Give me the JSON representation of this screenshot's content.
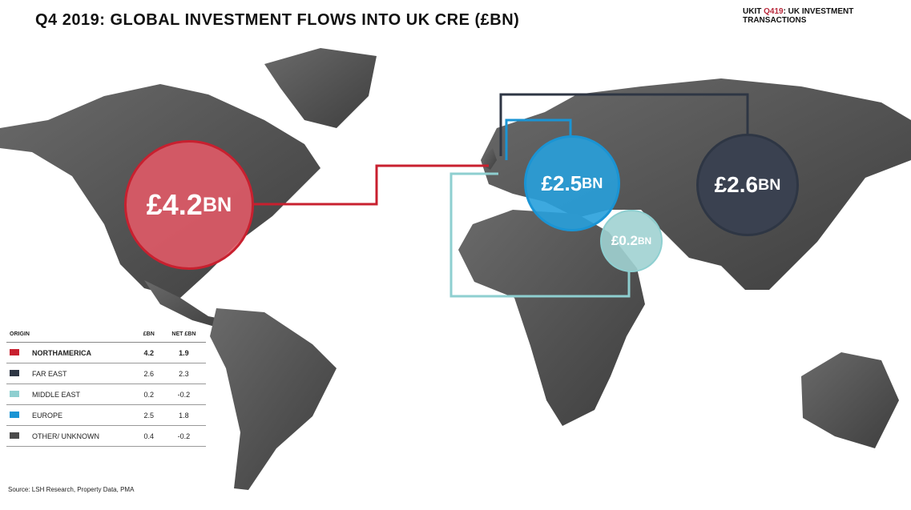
{
  "title": "Q4 2019: GLOBAL INVESTMENT FLOWS INTO UK CRE (£BN)",
  "subtitle": {
    "prefix": "UKIT ",
    "highlight": "Q419",
    "suffix": ": UK INVESTMENT TRANSACTIONS"
  },
  "bubbles": {
    "north_america": {
      "amount": "£4.2",
      "unit": "BN",
      "color": "#c8202f"
    },
    "europe": {
      "amount": "£2.5",
      "unit": "BN",
      "color": "#1a94d4"
    },
    "far_east": {
      "amount": "£2.6",
      "unit": "BN",
      "color": "#2e3644"
    },
    "middle_east": {
      "amount": "£0.2",
      "unit": "BN",
      "color": "#8ecfd0"
    }
  },
  "table": {
    "headers": [
      "ORIGIN",
      "£BN",
      "NET £BN"
    ],
    "rows": [
      {
        "origin": "NORTHAMERICA",
        "bn": "4.2",
        "net": "1.9",
        "color": "#c8202f"
      },
      {
        "origin": "FAR EAST",
        "bn": "2.6",
        "net": "2.3",
        "color": "#2e3644"
      },
      {
        "origin": "MIDDLE EAST",
        "bn": "0.2",
        "net": "-0.2",
        "color": "#8ecfd0"
      },
      {
        "origin": "EUROPE",
        "bn": "2.5",
        "net": "1.8",
        "color": "#1a94d4"
      },
      {
        "origin": "OTHER/ UNKNOWN",
        "bn": "0.4",
        "net": "-0.2",
        "color": "#4a4a4a"
      }
    ]
  },
  "source": "Source: LSH Research, Property Data, PMA"
}
